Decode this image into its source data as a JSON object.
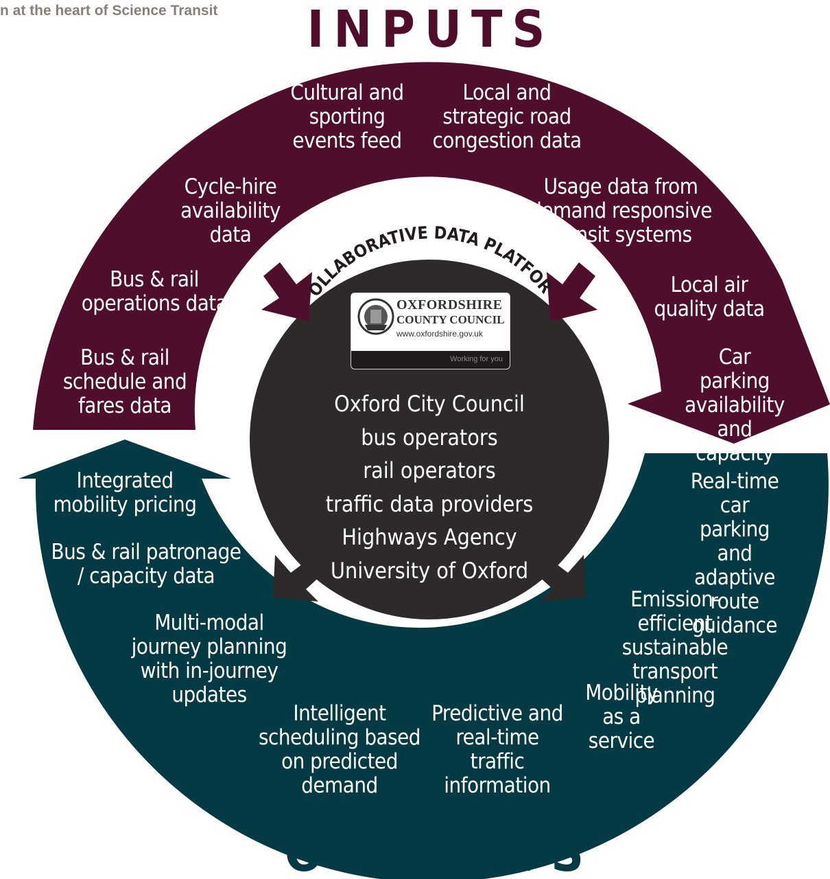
{
  "header": {
    "text": "n at the heart of Science Transit"
  },
  "titles": {
    "inputs": "INPUTS",
    "outputs": "OUTPUTS",
    "platform": "COLLABORATIVE DATA PLATFORM"
  },
  "colors": {
    "inputs_ring": "#4e0e2c",
    "outputs_ring": "#043a44",
    "hub": "#2e2a29"
  },
  "logo": {
    "line1": "OXFORDSHIRE",
    "line2": "COUNTY COUNCIL",
    "url": "www.oxfordshire.gov.uk",
    "tagline": "Working for you"
  },
  "partners": [
    "Oxford City Council",
    "bus operators",
    "rail operators",
    "traffic data providers",
    "Highways Agency",
    "University of Oxford"
  ],
  "inputs": [
    "Cultural and\nsporting\nevents feed",
    "Local and\nstrategic road\ncongestion data",
    "Cycle-hire\navailability\ndata",
    "Usage data from\ndemand responsive\ntransit systems",
    "Bus & rail\noperations data",
    "Local air\nquality data",
    "Bus & rail\nschedule and\nfares data",
    "Car parking\navailability and\ncapacity"
  ],
  "outputs": [
    "Integrated\nmobility pricing",
    "Real-time car\nparking and\nadaptive route\nguidance",
    "Bus & rail patronage\n/ capacity data",
    "Emission-efficient\nsustainable\ntransport planning",
    "Multi-modal\njourney planning\nwith in-journey\nupdates",
    "Mobility\nas a\nservice",
    "Intelligent\nscheduling based\non predicted\ndemand",
    "Predictive and\nreal-time\ntraffic\ninformation"
  ]
}
